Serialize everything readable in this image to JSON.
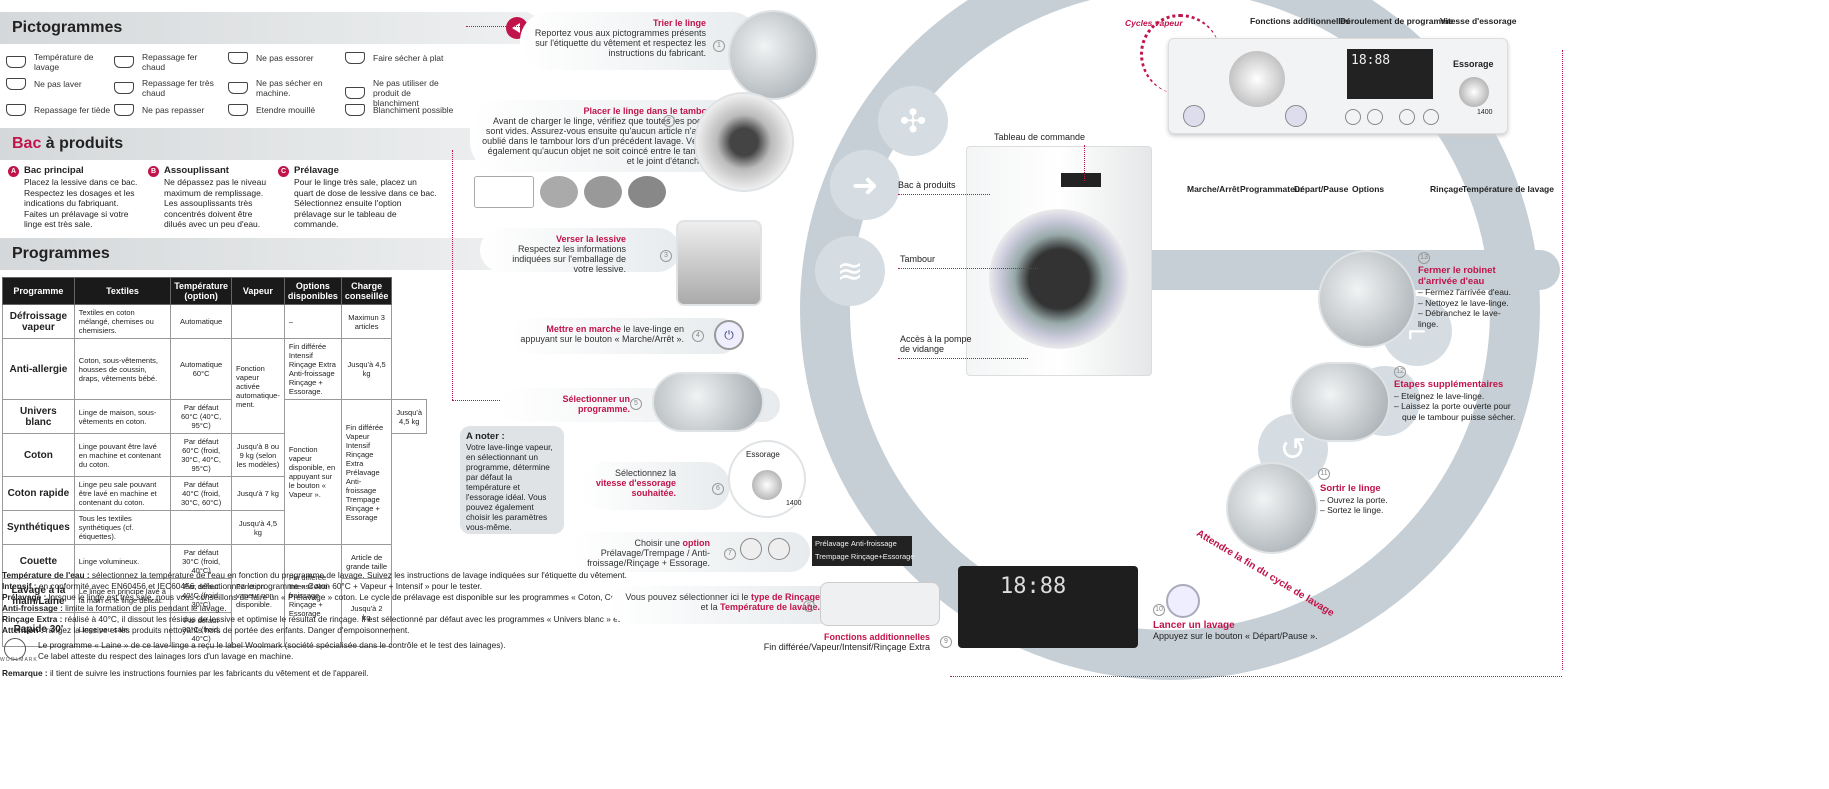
{
  "pictos": {
    "title": "Pictogrammes",
    "items": [
      {
        "label": "Température de lavage",
        "icon": "wash-temperature-icon"
      },
      {
        "label": "Repassage fer chaud",
        "icon": "iron-hot-icon"
      },
      {
        "label": "Ne pas essorer",
        "icon": "no-spin-icon"
      },
      {
        "label": "Faire sécher à plat",
        "icon": "dry-flat-icon"
      },
      {
        "label": "Ne pas laver",
        "icon": "no-wash-icon"
      },
      {
        "label": "Repassage fer très chaud",
        "icon": "iron-very-hot-icon"
      },
      {
        "label": "Ne pas sécher en machine.",
        "icon": "no-tumble-dry-icon"
      },
      {
        "label": "Ne pas utiliser de produit de blanchiment",
        "icon": "no-bleach-icon"
      },
      {
        "label": "Repassage fer tiède",
        "icon": "iron-warm-icon"
      },
      {
        "label": "Ne pas repasser",
        "icon": "no-iron-icon"
      },
      {
        "label": "Etendre mouillé",
        "icon": "drip-dry-icon"
      },
      {
        "label": "Blanchiment possible",
        "icon": "bleach-icon"
      }
    ]
  },
  "bac": {
    "title_a": "Bac",
    "title_b": " à produits",
    "cols": [
      {
        "letter": "A",
        "title": "Bac principal",
        "text": "Placez la lessive dans ce bac. Respectez les dosages et les indications du fabriquant. Faites un prélavage si votre linge est très sale."
      },
      {
        "letter": "B",
        "title": "Assouplissant",
        "text": "Ne dépassez pas le niveau maximum de remplissage. Les assouplissants très concentrés doivent être dilués avec un peu d'eau."
      },
      {
        "letter": "C",
        "title": "Prélavage",
        "text": "Pour le linge très sale, placez un quart de dose de lessive dans ce bac. Sélectionnez ensuite l'option prélavage sur le tableau de commande."
      }
    ]
  },
  "prog": {
    "title": "Programmes",
    "headers": [
      "Programme",
      "Textiles",
      "Température (option)",
      "Vapeur",
      "Options disponibles",
      "Charge conseillée"
    ],
    "rows": [
      [
        "Défroissage vapeur",
        "Textiles en coton mélangé, chemises ou chemisiers.",
        "Automatique",
        "",
        "–",
        "Maximun 3 articles"
      ],
      [
        "Anti-allergie",
        "Coton, sous-vêtements, housses de coussin, draps, vêtements bébé.",
        "Automatique 60°C",
        "Fonction vapeur activée automatique-ment.",
        "Fin différée Intensif Rinçage Extra Anti-froissage Rinçage + Essorage.",
        "Jusqu'à 4,5 kg"
      ],
      [
        "Univers blanc",
        "Linge de maison, sous-vêtements en coton.",
        "Par défaut 60°C (40°C, 95°C)",
        "Fonction vapeur disponible, en appuyant sur le bouton « Vapeur ».",
        "Fin différée Vapeur Intensif Rinçage Extra Prélavage Anti-froissage Trempage Rinçage + Essorage",
        "Jusqu'à 4,5 kg"
      ],
      [
        "Coton",
        "Linge pouvant être lavé en machine et contenant du coton.",
        "Par défaut 60°C (froid, 30°C, 40°C, 95°C)",
        "",
        "",
        "Jusqu'à 8 ou 9 kg (selon les modèles)"
      ],
      [
        "Coton rapide",
        "Linge peu sale pouvant être lavé en machine et contenant du coton.",
        "Par défaut 40°C (froid, 30°C, 60°C)",
        "",
        "",
        "Jusqu'à 7 kg"
      ],
      [
        "Synthétiques",
        "Tous les textiles synthétiques (cf. étiquettes).",
        "",
        "",
        "",
        "Jusqu'à 4,5 kg"
      ],
      [
        "Couette",
        "Linge volumineux.",
        "Par défaut 30°C (froid, 40°C)",
        "Fonction vapeur non disponible.",
        "Fin différée Intensif Anti-froissage Rinçage + Essorage",
        "Article de grande taille"
      ],
      [
        "Lavage à la main/Laine",
        "Le linge en principe lavé à la main et le linge délicat.",
        "Par défaut 40°C (froid, 30°C)",
        "",
        "",
        "Jusqu'à 2 kg"
      ],
      [
        "Rapide 30'",
        "Linge peu sale.",
        "Par défaut 30°C (froid, 40°C)",
        "",
        "",
        ""
      ]
    ]
  },
  "notes": [
    {
      "b": "Température de l'eau :",
      "t": " sélectionnez la température de l'eau en fonction du programme de lavage. Suivez les instructions de lavage indiquées sur l'étiquette du vêtement."
    },
    {
      "b": "Intensif :",
      "t": " en conformité avec EN60456 et IEC60456, sélectionnez le programme « Coton 60°C + Vapeur + Intensif » pour le tester."
    },
    {
      "b": "Prélavage :",
      "t": " lorsque le linge est très sale, nous vous conseillons de faire un « Prélavage » coton. Le cycle de prélavage est disponible sur les programmes « Coton, Coton rapide, Synthétiques et Univers blanc »."
    },
    {
      "b": "Anti-froissage :",
      "t": " limite la formation de plis pendant le lavage."
    },
    {
      "b": "Rinçage Extra :",
      "t": " réalisé à 40°C, il dissout les résidus de lessive et optimise le résultat de rinçage. Il est sélectionné par défaut avec les programmes « Univers blanc » et « Anti-allergie »."
    },
    {
      "b": "Attention :",
      "t": " rangez la lessive et les produits nettoyants hors de portée des enfants. Danger d'empoisonnement."
    }
  ],
  "woolmark": {
    "logo": "WOOLMARK",
    "l1": "Le programme « Laine » de ce lave-linge a reçu le label Woolmark (société spécialisée dans le contrôle et le test des lainages).",
    "l2": "Ce label atteste du respect des lainages lors d'un lavage en machine."
  },
  "remarque": {
    "b": "Remarque :",
    "t": " il tient de suivre les instructions fournies par les fabricants du vêtement et de l'appareil."
  },
  "steps": {
    "s1": {
      "title": "Trier le linge",
      "text": "Reportez vous aux pictogrammes présents sur l'étiquette du vêtement et respectez les instructions du fabricant.",
      "n": "1"
    },
    "s2": {
      "title": "Placer le linge dans le tambour",
      "text": "Avant de charger le linge, vérifiez que toutes les poches sont vides. Assurez-vous ensuite qu'aucun article n'ait été oublié dans le tambour lors d'un précédent lavage. Vérifiez également qu'aucun objet ne soit coincé entre le tambour et le joint d'étanchéité.",
      "n": "2"
    },
    "s3": {
      "title": "Verser la lessive",
      "text": "Respectez les informations indiquées sur l'emballage de votre lessive.",
      "n": "3"
    },
    "s4": {
      "title": "Mettre en marche",
      "text": " le lave-linge en appuyant sur le bouton « Marche/Arrêt ».",
      "n": "4"
    },
    "s5": {
      "title": "Sélectionner un programme.",
      "n": "5"
    },
    "s6": {
      "pre": "Sélectionnez la ",
      "title": "vitesse d'essorage souhaitée.",
      "n": "6"
    },
    "s7": {
      "pre": "Choisir une ",
      "title": "option",
      "text": "Prélavage/Trempage / Anti-froissage/Rinçage + Essorage.",
      "n": "7"
    },
    "s8": {
      "pre": "Vous pouvez sélectionner ici le ",
      "title": "type de Rinçage",
      "mid": " et la ",
      "title2": "Température de lavage.",
      "n": "8"
    },
    "s9": {
      "title": "Fonctions additionnelles",
      "text": "Fin différée/Vapeur/Intensif/Rinçage Extra",
      "n": "9"
    },
    "s10": {
      "title": "Lancer un lavage",
      "text": "Appuyez sur le bouton « Départ/Pause ».",
      "n": "10"
    },
    "s11": {
      "title": "Sortir le linge",
      "l1": "– Ouvrez la porte.",
      "l2": "– Sortez le linge.",
      "n": "11"
    },
    "s12": {
      "title": "Etapes supplémentaires",
      "l1": "– Eteignez le lave-linge.",
      "l2": "– Laissez la porte ouverte pour que le tambour puisse sécher.",
      "n": "12"
    },
    "s13": {
      "title": "Fermer le robinet d'arrivée d'eau",
      "l1": "– Fermez l'arrivée d'eau.",
      "l2": "– Nettoyez le lave-linge.",
      "l3": "– Débranchez le lave-linge.",
      "n": "13"
    }
  },
  "note": {
    "title": "A noter :",
    "text": "Votre lave-linge vapeur, en sélectionnant un programme, détermine par défaut la température et l'essorage idéal. Vous pouvez également choisir les paramètres vous-même."
  },
  "machine": {
    "tableau": "Tableau de commande",
    "bac": "Bac à produits",
    "tambour": "Tambour",
    "pompe": "Accès à la pompe de vidange"
  },
  "panel": {
    "cycles": "Cycles vapeur",
    "fonctions": "Fonctions additionnelles",
    "deroulement": "Déroulement de programme",
    "vitesse": "Vitesse d'essorage",
    "essorage": "Essorage",
    "rpm": "1400",
    "display": "18:88",
    "bottom": [
      "Marche/Arrêt",
      "Programmateur",
      "Départ/Pause",
      "Options",
      "Rinçage",
      "Température de lavage"
    ]
  },
  "attendre": "Attendre la fin du cycle de lavage",
  "options_box": {
    "a": "Prélavage",
    "b": "Anti-froissage",
    "c": "Trempage",
    "d": "Rinçage+Essorage"
  },
  "essorage_dial": {
    "label": "Essorage",
    "rpm": "1400"
  },
  "colors": {
    "accent": "#c0144a",
    "grey": "#c5cfd5"
  }
}
